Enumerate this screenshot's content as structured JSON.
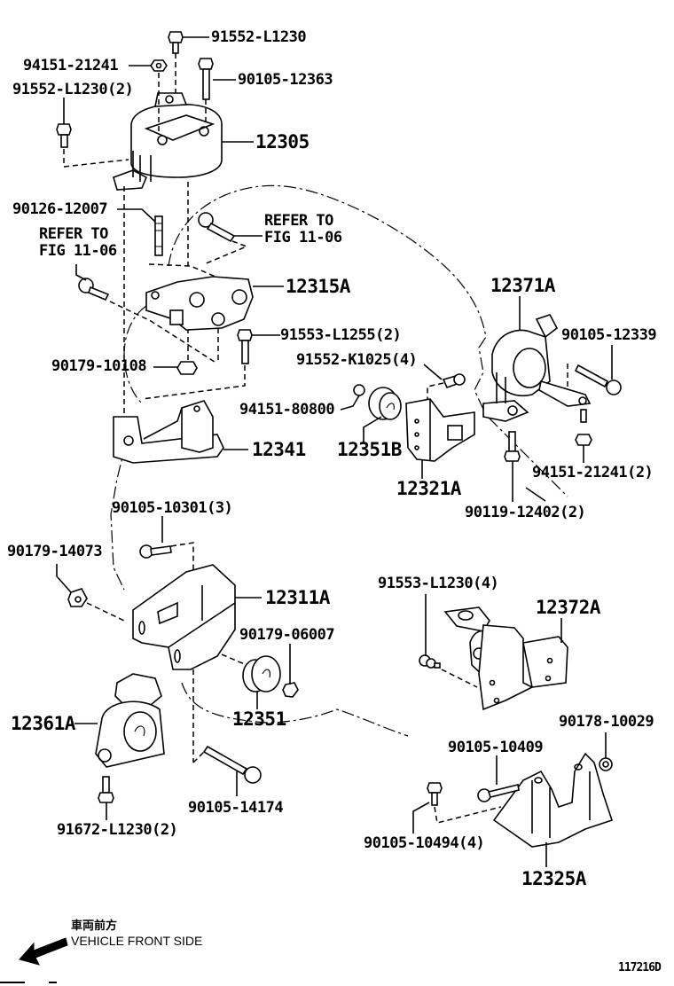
{
  "diagram": {
    "title": "Engine mounting parts diagram",
    "figure_id": "117216D",
    "direction_indicator": {
      "japanese": "車両前方",
      "english": "VEHICLE FRONT SIDE"
    },
    "notes": [
      {
        "id": "refer-left",
        "text": "REFER TO\nFIG 11-06"
      },
      {
        "id": "refer-right",
        "text": "REFER TO\nFIG 11-06"
      }
    ],
    "parts": [
      {
        "id": "p01",
        "number": "91552-L1230",
        "qty": null,
        "label": "91552-L1230"
      },
      {
        "id": "p02",
        "number": "94151-21241",
        "qty": null,
        "label": "94151-21241"
      },
      {
        "id": "p03",
        "number": "90105-12363",
        "qty": null,
        "label": "90105-12363"
      },
      {
        "id": "p04",
        "number": "91552-L1230",
        "qty": 2,
        "label": "91552-L1230(2)"
      },
      {
        "id": "p05",
        "number": "12305",
        "qty": null,
        "label": "12305"
      },
      {
        "id": "p06",
        "number": "90126-12007",
        "qty": null,
        "label": "90126-12007"
      },
      {
        "id": "p07",
        "number": "12315A",
        "qty": null,
        "label": "12315A"
      },
      {
        "id": "p08",
        "number": "91553-L1255",
        "qty": 2,
        "label": "91553-L1255(2)"
      },
      {
        "id": "p09",
        "number": "90179-10108",
        "qty": null,
        "label": "90179-10108"
      },
      {
        "id": "p10",
        "number": "91552-K1025",
        "qty": 4,
        "label": "91552-K1025(4)"
      },
      {
        "id": "p11",
        "number": "12371A",
        "qty": null,
        "label": "12371A"
      },
      {
        "id": "p12",
        "number": "90105-12339",
        "qty": null,
        "label": "90105-12339"
      },
      {
        "id": "p13",
        "number": "94151-80800",
        "qty": null,
        "label": "94151-80800"
      },
      {
        "id": "p14",
        "number": "12341",
        "qty": null,
        "label": "12341"
      },
      {
        "id": "p15",
        "number": "12351B",
        "qty": null,
        "label": "12351B"
      },
      {
        "id": "p16",
        "number": "12321A",
        "qty": null,
        "label": "12321A"
      },
      {
        "id": "p17",
        "number": "94151-21241",
        "qty": 2,
        "label": "94151-21241(2)"
      },
      {
        "id": "p18",
        "number": "90119-12402",
        "qty": 2,
        "label": "90119-12402(2)"
      },
      {
        "id": "p19",
        "number": "90105-10301",
        "qty": 3,
        "label": "90105-10301(3)"
      },
      {
        "id": "p20",
        "number": "90179-14073",
        "qty": null,
        "label": "90179-14073"
      },
      {
        "id": "p21",
        "number": "12311A",
        "qty": null,
        "label": "12311A"
      },
      {
        "id": "p22",
        "number": "90179-06007",
        "qty": null,
        "label": "90179-06007"
      },
      {
        "id": "p23",
        "number": "12351",
        "qty": null,
        "label": "12351"
      },
      {
        "id": "p24",
        "number": "91553-L1230",
        "qty": 4,
        "label": "91553-L1230(4)"
      },
      {
        "id": "p25",
        "number": "12372A",
        "qty": null,
        "label": "12372A"
      },
      {
        "id": "p26",
        "number": "12361A",
        "qty": null,
        "label": "12361A"
      },
      {
        "id": "p27",
        "number": "90178-10029",
        "qty": null,
        "label": "90178-10029"
      },
      {
        "id": "p28",
        "number": "90105-10409",
        "qty": null,
        "label": "90105-10409"
      },
      {
        "id": "p29",
        "number": "90105-14174",
        "qty": null,
        "label": "90105-14174"
      },
      {
        "id": "p30",
        "number": "90105-10494",
        "qty": 4,
        "label": "90105-10494(4)"
      },
      {
        "id": "p31",
        "number": "91672-L1230",
        "qty": 2,
        "label": "91672-L1230(2)"
      },
      {
        "id": "p32",
        "number": "12325A",
        "qty": null,
        "label": "12325A"
      }
    ]
  }
}
